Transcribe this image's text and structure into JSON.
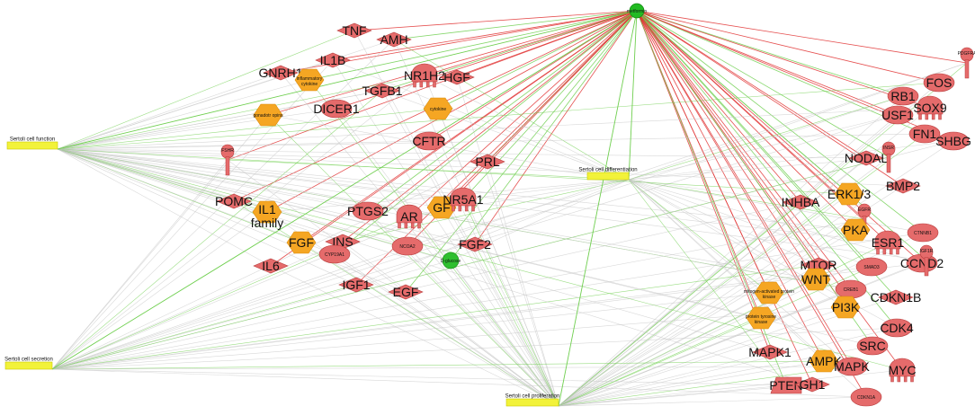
{
  "hub": {
    "label": "metformin",
    "color": "#22bb22"
  },
  "outcomes": [
    {
      "id": "func",
      "label": "Sertoli cell function"
    },
    {
      "id": "secr",
      "label": "Sertoli cell secretion"
    },
    {
      "id": "prol",
      "label": "Sertoli cell proliferation"
    },
    {
      "id": "diff",
      "label": "Sertoli cell differentiation"
    }
  ],
  "colors": {
    "gene": "#e56b6b",
    "gene_dark": "#b83c3c",
    "group": "#f5a623",
    "outcome": "#f2f23a",
    "activate": "#6fcf4f",
    "inhibit": "#e03030",
    "neutral": "#c8c8c8"
  },
  "nodes": [
    {
      "label": "TNF",
      "shape": "diamond"
    },
    {
      "label": "AMH",
      "shape": "diamond"
    },
    {
      "label": "GNRH1",
      "shape": "diamond"
    },
    {
      "label": "IL1B",
      "shape": "diamond"
    },
    {
      "label": "inflammatory cytokine",
      "shape": "hexagon"
    },
    {
      "label": "NR1H2",
      "shape": "receptor"
    },
    {
      "label": "HGF",
      "shape": "diamond"
    },
    {
      "label": "TGFB1",
      "shape": "diamond"
    },
    {
      "label": "DICER1",
      "shape": "ellipse"
    },
    {
      "label": "gonadotr opins",
      "shape": "hexagon"
    },
    {
      "label": "cytokine",
      "shape": "hexagon"
    },
    {
      "label": "FSHR",
      "shape": "pin"
    },
    {
      "label": "CFTR",
      "shape": "ellipse"
    },
    {
      "label": "PRL",
      "shape": "diamond"
    },
    {
      "label": "POMC",
      "shape": "diamond"
    },
    {
      "label": "IL1 family",
      "shape": "hexagon"
    },
    {
      "label": "PTGS2",
      "shape": "ellipse"
    },
    {
      "label": "AR",
      "shape": "receptor"
    },
    {
      "label": "GF",
      "shape": "hexagon"
    },
    {
      "label": "NR5A1",
      "shape": "receptor"
    },
    {
      "label": "FGF",
      "shape": "hexagon"
    },
    {
      "label": "INS",
      "shape": "diamond"
    },
    {
      "label": "CYP19A1",
      "shape": "ellipse"
    },
    {
      "label": "NCOA2",
      "shape": "ellipse"
    },
    {
      "label": "FGF2",
      "shape": "diamond"
    },
    {
      "label": "D-glucose",
      "shape": "circle"
    },
    {
      "label": "IL6",
      "shape": "diamond"
    },
    {
      "label": "IGF1",
      "shape": "diamond"
    },
    {
      "label": "EGF",
      "shape": "diamond"
    },
    {
      "label": "PDGFRA",
      "shape": "pin"
    },
    {
      "label": "FOS",
      "shape": "ellipse"
    },
    {
      "label": "RB1",
      "shape": "ellipse"
    },
    {
      "label": "SOX9",
      "shape": "receptor"
    },
    {
      "label": "USF1",
      "shape": "ellipse"
    },
    {
      "label": "FN1",
      "shape": "ellipse"
    },
    {
      "label": "SHBG",
      "shape": "ellipse"
    },
    {
      "label": "NODAL",
      "shape": "diamond"
    },
    {
      "label": "INSR",
      "shape": "pin"
    },
    {
      "label": "BMP2",
      "shape": "diamond"
    },
    {
      "label": "INHBA",
      "shape": "diamond"
    },
    {
      "label": "ERK1/3",
      "shape": "hexagon"
    },
    {
      "label": "EGFR",
      "shape": "pin"
    },
    {
      "label": "PKA",
      "shape": "hexagon"
    },
    {
      "label": "CTNNB1",
      "shape": "ellipse"
    },
    {
      "label": "ESR1",
      "shape": "receptor"
    },
    {
      "label": "CCND2",
      "shape": "ellipse"
    },
    {
      "label": "IGF1R",
      "shape": "pin"
    },
    {
      "label": "MTOR",
      "shape": "diamond"
    },
    {
      "label": "WNT",
      "shape": "hexagon"
    },
    {
      "label": "SMAD3",
      "shape": "ellipse"
    },
    {
      "label": "CREB1",
      "shape": "ellipse"
    },
    {
      "label": "mitogen-activated protein kinase",
      "shape": "hexagon"
    },
    {
      "label": "CDKN1B",
      "shape": "diamond"
    },
    {
      "label": "PI3K",
      "shape": "hexagon"
    },
    {
      "label": "protein tyrosine kinase",
      "shape": "hexagon"
    },
    {
      "label": "CDK4",
      "shape": "ellipse"
    },
    {
      "label": "MAPK1",
      "shape": "diamond"
    },
    {
      "label": "AMPK",
      "shape": "hexagon"
    },
    {
      "label": "SRC",
      "shape": "ellipse"
    },
    {
      "label": "MAPK",
      "shape": "ellipse"
    },
    {
      "label": "MYC",
      "shape": "receptor"
    },
    {
      "label": "PTEN",
      "shape": "trapezoid"
    },
    {
      "label": "GH1",
      "shape": "diamond"
    },
    {
      "label": "CDKN1A",
      "shape": "ellipse"
    }
  ]
}
